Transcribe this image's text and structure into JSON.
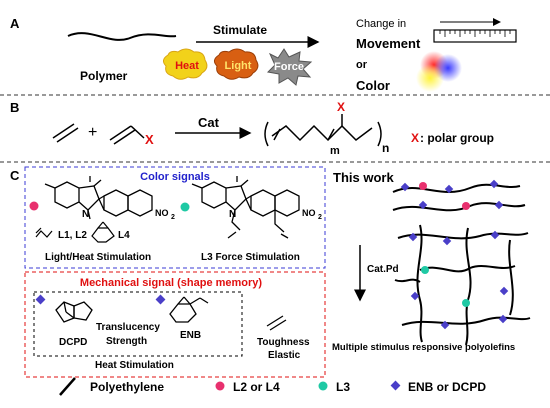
{
  "panel_a": {
    "letter": "A",
    "polymer_label": "Polymer",
    "stimulate_label": "Stimulate",
    "stimuli": [
      "Heat",
      "Light",
      "Force"
    ],
    "change_in": "Change in",
    "movement": "Movement",
    "or": "or",
    "color": "Color"
  },
  "panel_b": {
    "letter": "B",
    "plus": "+",
    "x_group": "X",
    "cat_label": "Cat",
    "sub_m": "m",
    "sub_n": "n",
    "legend_x": "X",
    "legend_text": ": polar group"
  },
  "panel_c": {
    "letter": "C",
    "color_signals_title": "Color signals",
    "nitro_1": "NO",
    "nitro_2": "NO",
    "nitro_sub": "2",
    "n_atom": "N",
    "l1l2": "L1, L2",
    "l4": "L4",
    "light_heat": "Light/Heat Stimulation",
    "l3_force": "L3  Force Stimulation",
    "mechanical_title": "Mechanical  signal (shape memory)",
    "dcpd": "DCPD",
    "translucency": "Translucency",
    "strength": "Strength",
    "enb": "ENB",
    "toughness": "Toughness",
    "elastic": "Elastic",
    "heat_stimulation": "Heat Stimulation",
    "this_work": "This work",
    "cat_pd": "Cat.Pd",
    "multiple": "Multiple stimulus responsive polyolefins"
  },
  "legend": {
    "polyethylene": "Polyethylene",
    "l2_l4": "L2 or L4",
    "l3": "L3",
    "enb_dcpd": "ENB or DCPD"
  },
  "colors": {
    "pink": "#e8306e",
    "teal": "#1fc9a4",
    "blue": "#4a3fc8",
    "red": "#e01010",
    "heat": "#f2d21a",
    "light": "#d85f12",
    "force": "#8a8a8a"
  }
}
